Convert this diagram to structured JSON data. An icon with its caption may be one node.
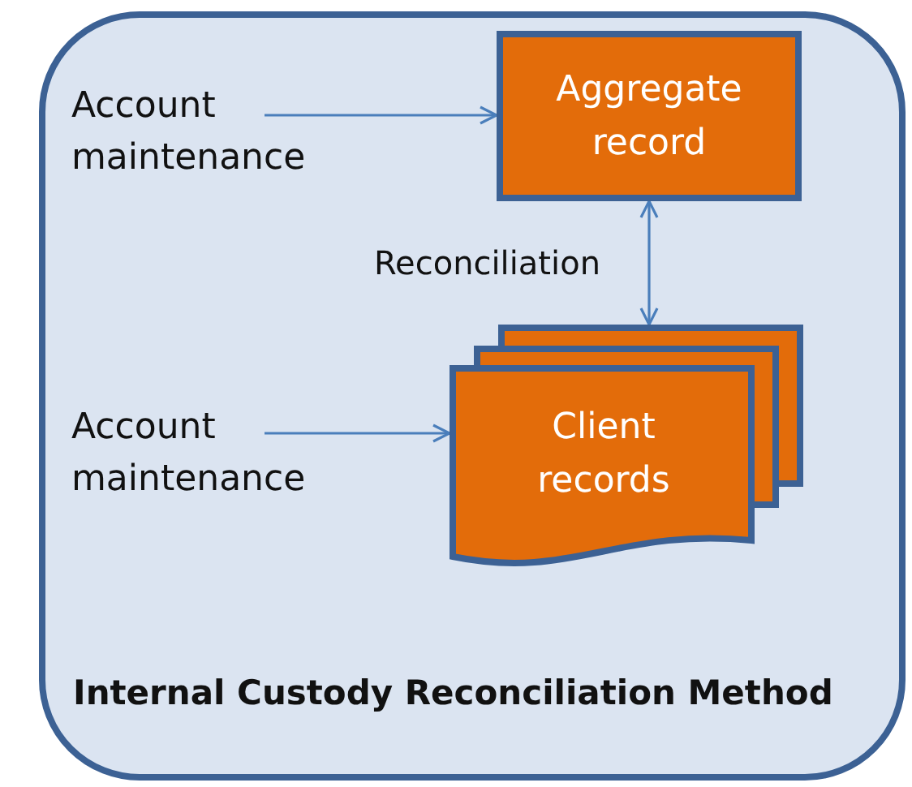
{
  "diagram": {
    "nodes": [
      {
        "text": [
          "Internal Custody Reconciliation Method"
        ]
      },
      {
        "text": [
          "Account maintenance"
        ],
        "in": 0
      },
      {
        "text": [
          "Aggregate record"
        ],
        "in": 0
      },
      {
        "text": [
          "Account maintenance"
        ],
        "in": 0
      },
      {
        "text": [
          "Client records"
        ],
        "in": 0
      }
    ],
    "edges": [
      {
        "from": 1,
        "to": 2,
        "arrow": "to"
      },
      {
        "from": 2,
        "to": 4,
        "arrow": "both",
        "label": "Reconciliation"
      },
      {
        "from": 3,
        "to": 4,
        "arrow": "to"
      }
    ]
  }
}
